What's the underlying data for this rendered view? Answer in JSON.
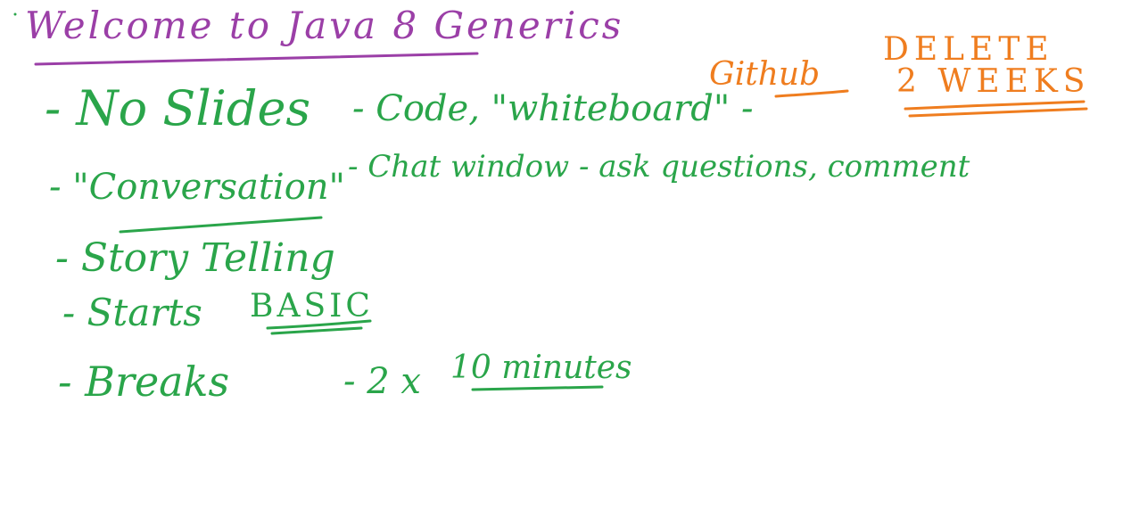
{
  "title": "Welcome to Java 8 Generics",
  "items": [
    {
      "main": "- No Slides",
      "rest": "- Code, \"whiteboard\" -"
    },
    {
      "main": "- \"Conversation\"",
      "rest": "- Chat window - ask questions, comment"
    },
    {
      "main": "- Story Telling"
    },
    {
      "main": "- Starts",
      "emphasis": "BASIC"
    },
    {
      "main": "- Breaks",
      "rest": "- 2 x",
      "emphasis": "10 minutes"
    }
  ],
  "aside": {
    "github": "Github",
    "delete": "DELETE",
    "weeks": "2 WEEKS"
  },
  "colors": {
    "title": "#9b3fa7",
    "body": "#2aa54a",
    "aside": "#ef7d1f"
  }
}
